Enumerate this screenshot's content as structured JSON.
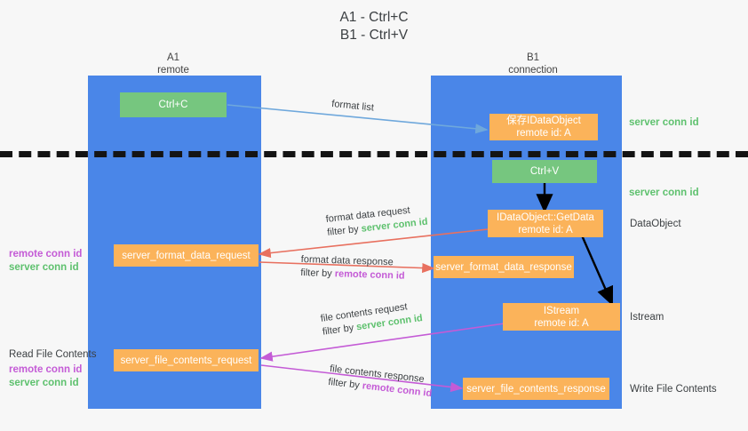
{
  "title": {
    "line1": "A1 - Ctrl+C",
    "line2": "B1 - Ctrl+V"
  },
  "lanes": [
    {
      "id": "a1",
      "name": "A1",
      "sub": "remote"
    },
    {
      "id": "b1",
      "name": "B1",
      "sub": "connection"
    }
  ],
  "boxes": {
    "ctrl_c": {
      "label": "Ctrl+C"
    },
    "save_dataobject": {
      "line1": "保存IDataObject",
      "line2": "remote id: A"
    },
    "ctrl_v": {
      "label": "Ctrl+V"
    },
    "getdata": {
      "line1": "IDataObject::GetData",
      "line2": "remote id: A"
    },
    "istream": {
      "line1": "IStream",
      "line2": "remote id: A"
    },
    "server_format_data_request": {
      "label": "server_format_data_request"
    },
    "server_format_data_response": {
      "label": "server_format_data_response"
    },
    "server_file_contents_request": {
      "label": "server_file_contents_request"
    },
    "server_file_contents_response": {
      "label": "server_file_contents_response"
    }
  },
  "arrow_labels": {
    "format_list": "format list",
    "format_data_request": "format data request",
    "format_data_request_filter_prefix": "filter by ",
    "format_data_request_filter_key": "server conn id",
    "format_data_response": "format data response",
    "format_data_response_filter_prefix": "filter by ",
    "format_data_response_filter_key": "remote conn id",
    "file_contents_request": "file contents request",
    "file_contents_request_filter_prefix": "filter by ",
    "file_contents_request_filter_key": "server conn id",
    "file_contents_response": "file contents response",
    "file_contents_response_filter_prefix": "filter by ",
    "file_contents_response_filter_key": "remote conn id"
  },
  "right_annotations": [
    {
      "id": "server-conn-id-1",
      "text": "server conn id",
      "kind": "server"
    },
    {
      "id": "server-conn-id-2",
      "text": "server conn id",
      "kind": "server"
    },
    {
      "id": "dataobject",
      "text": "DataObject",
      "kind": "plain"
    },
    {
      "id": "istream",
      "text": "Istream",
      "kind": "plain"
    },
    {
      "id": "write-file-contents",
      "text": "Write File Contents",
      "kind": "plain"
    }
  ],
  "left_annotations": [
    {
      "id": "conn-ids-1",
      "remote": "remote conn id",
      "server": "server conn id"
    },
    {
      "id": "read-file-contents",
      "text": "Read File Contents"
    },
    {
      "id": "conn-ids-2",
      "remote": "remote conn id",
      "server": "server conn id"
    }
  ],
  "colors": {
    "lane": "#4a86e8",
    "green_box": "#76c67f",
    "orange_box": "#fbb35a",
    "remote_conn_id": "#c45bd6",
    "server_conn_id": "#5ec16e",
    "arrow_blue": "#6fa8dc",
    "arrow_red": "#e8705f",
    "arrow_magenta": "#c45bd6",
    "arrow_black": "#000000",
    "divider": "#141414",
    "background": "#f7f7f7"
  }
}
